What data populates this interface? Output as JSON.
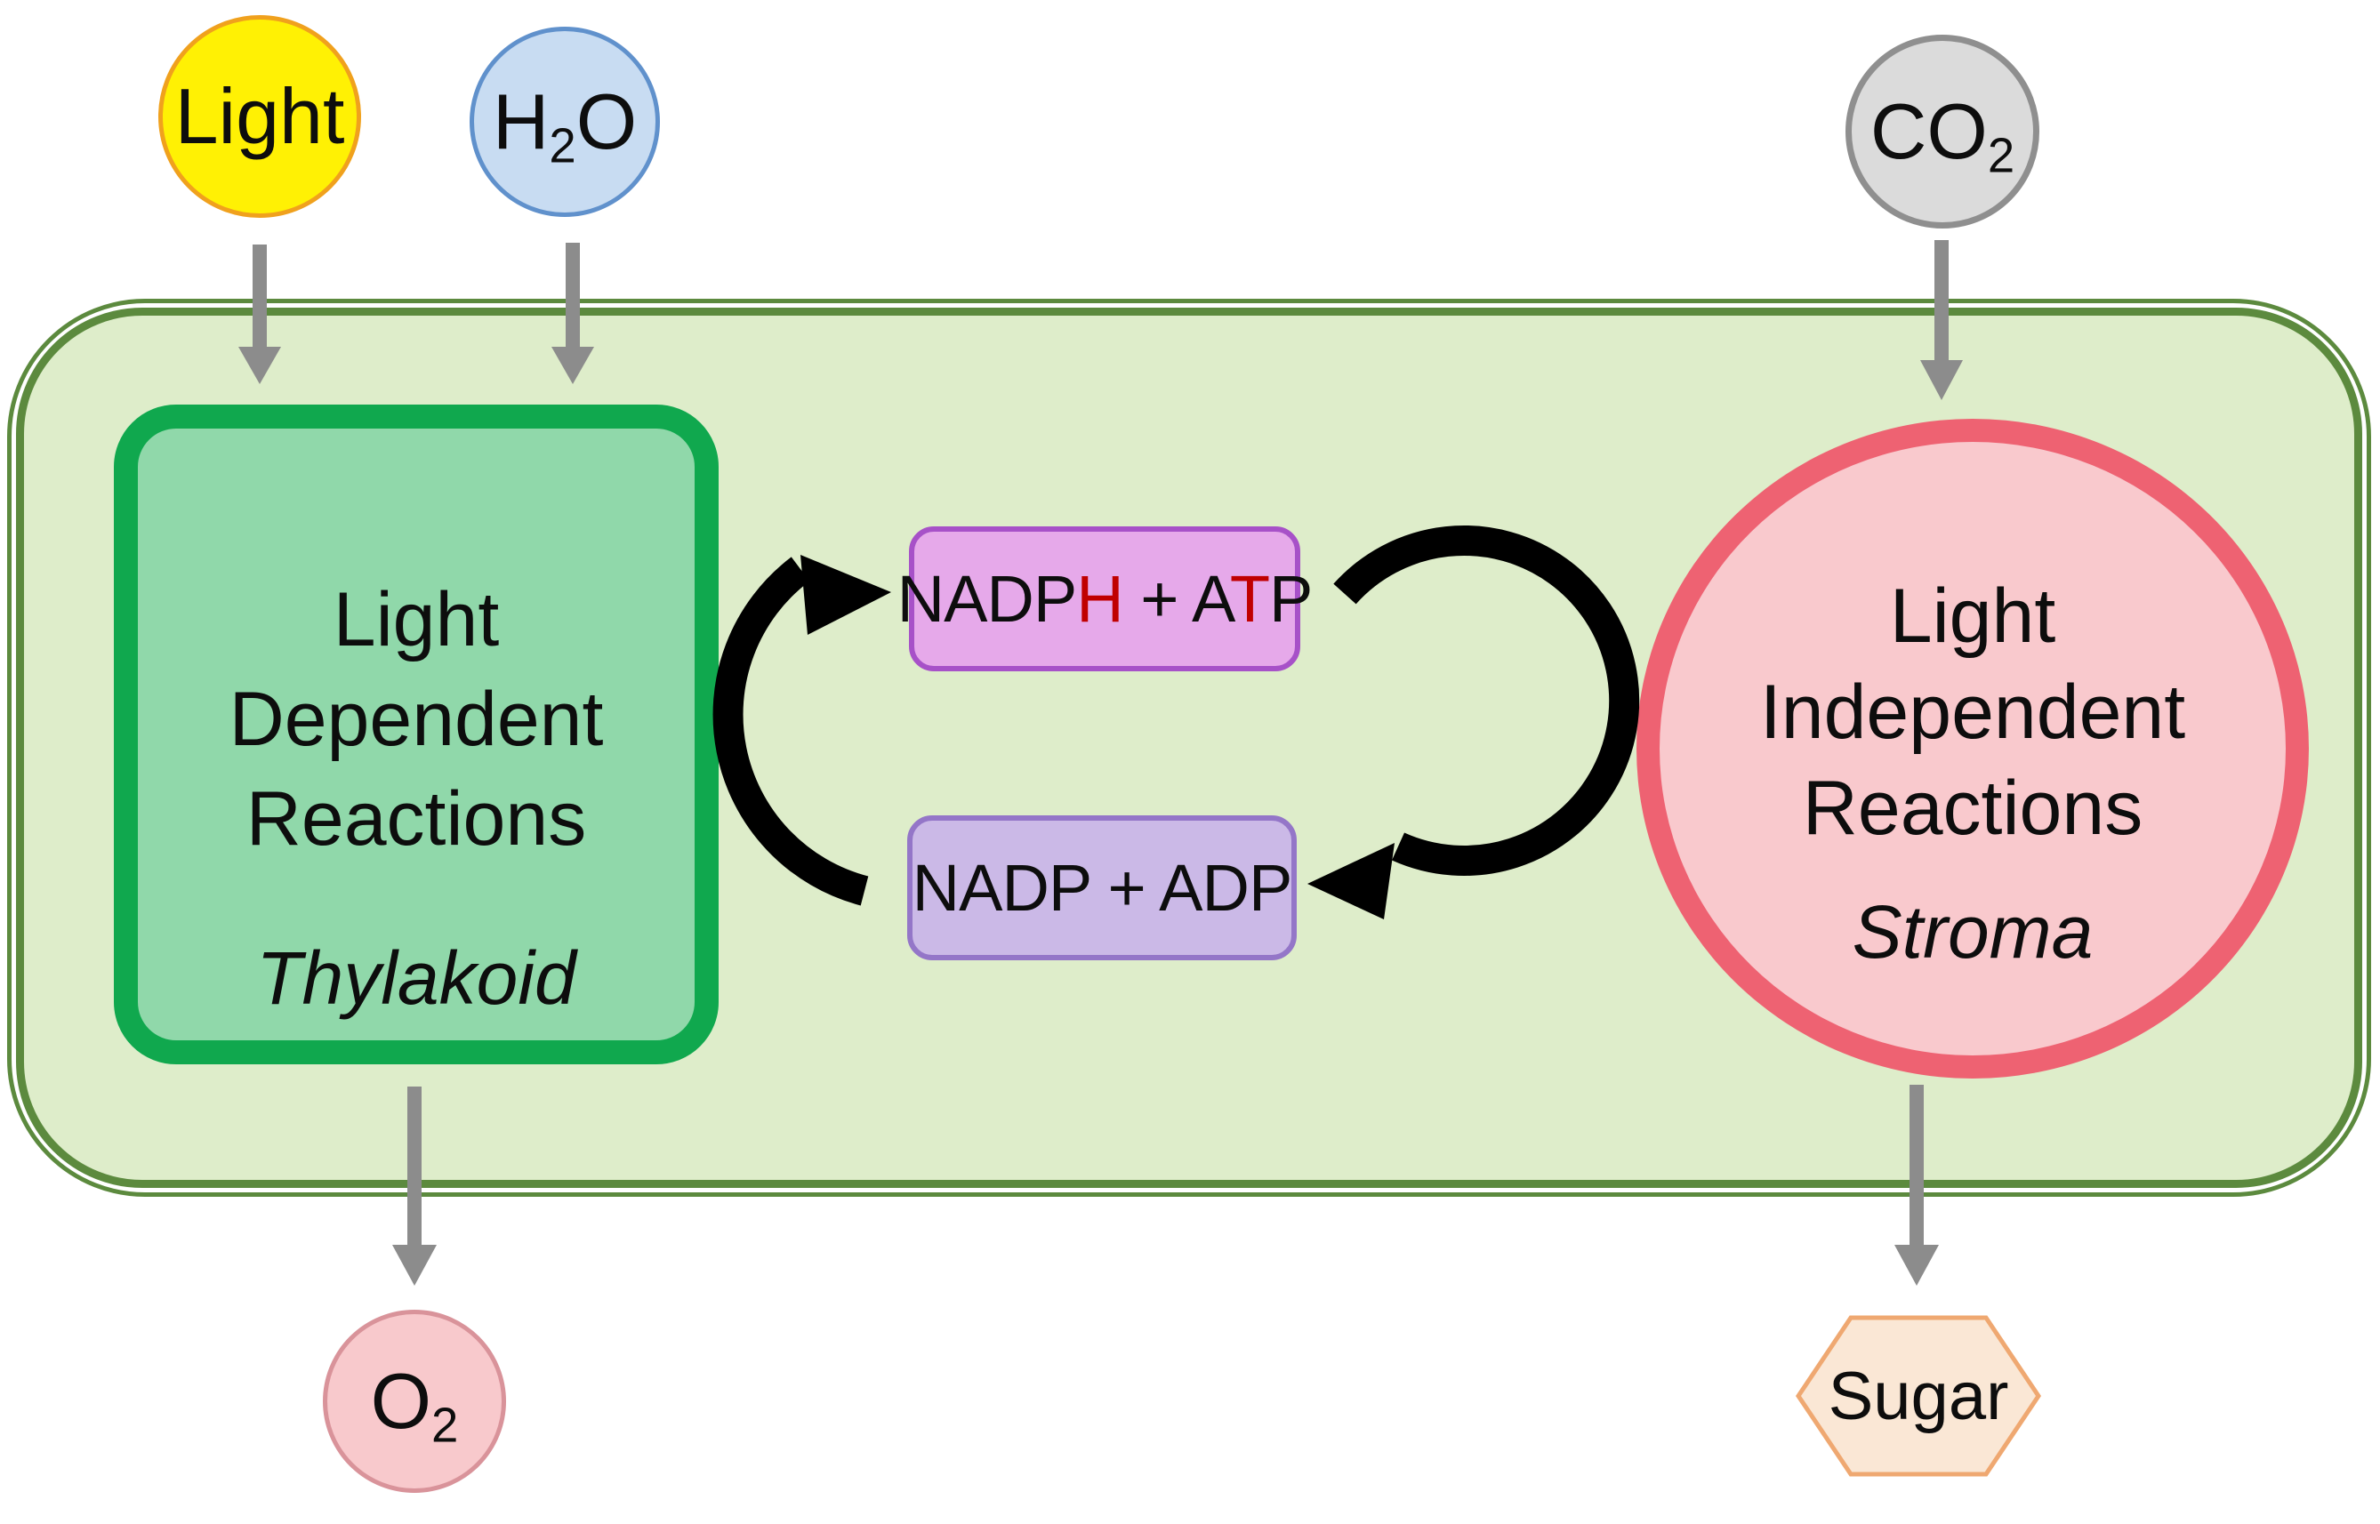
{
  "inputs": {
    "light": {
      "label": "Light"
    },
    "water": {
      "pre": "H",
      "sub": "2",
      "post": "O"
    },
    "carbon_dioxide": {
      "pre": "CO",
      "sub": "2"
    }
  },
  "outputs": {
    "oxygen": {
      "pre": "O",
      "sub": "2"
    },
    "sugar": {
      "label": "Sugar"
    }
  },
  "chloroplast": {
    "light_dependent": {
      "line1": "Light",
      "line2": "Dependent",
      "line3": "Reactions",
      "location": "Thylakoid"
    },
    "light_independent": {
      "line1": "Light",
      "line2": "Independent",
      "line3": "Reactions",
      "location": "Stroma"
    },
    "carriers_energized": {
      "p1": "NADP",
      "h": "H",
      "p2": " + A",
      "t": "T",
      "p3": "P"
    },
    "carriers_spent": {
      "label": "NADP + ADP"
    }
  },
  "colors": {
    "chloroplast_fill": "#deedca",
    "chloroplast_membrane": "#5c8a3e",
    "thylakoid_fill": "#90d8aa",
    "thylakoid_border": "#10a84e",
    "stroma_fill": "#f9c9cd",
    "stroma_border": "#ee6272",
    "nadph_atp_fill": "#e6a9ea",
    "nadph_atp_border": "#a751c8",
    "nadp_adp_fill": "#cbb9e7",
    "nadp_adp_border": "#9476c8",
    "light_fill": "#fff104",
    "light_border": "#f0a11d",
    "water_fill": "#c8dcf2",
    "water_border": "#6091cc",
    "co2_fill": "#dbdbdb",
    "co2_border": "#8f8f8f",
    "o2_fill": "#f8c9cc",
    "o2_border": "#d9939a",
    "sugar_fill": "#fae7d5",
    "sugar_border": "#efa871",
    "flow_arrow_gray": "#8c8c8c",
    "cycle_arrow_black": "#000000",
    "highlight_red": "#c00000"
  }
}
